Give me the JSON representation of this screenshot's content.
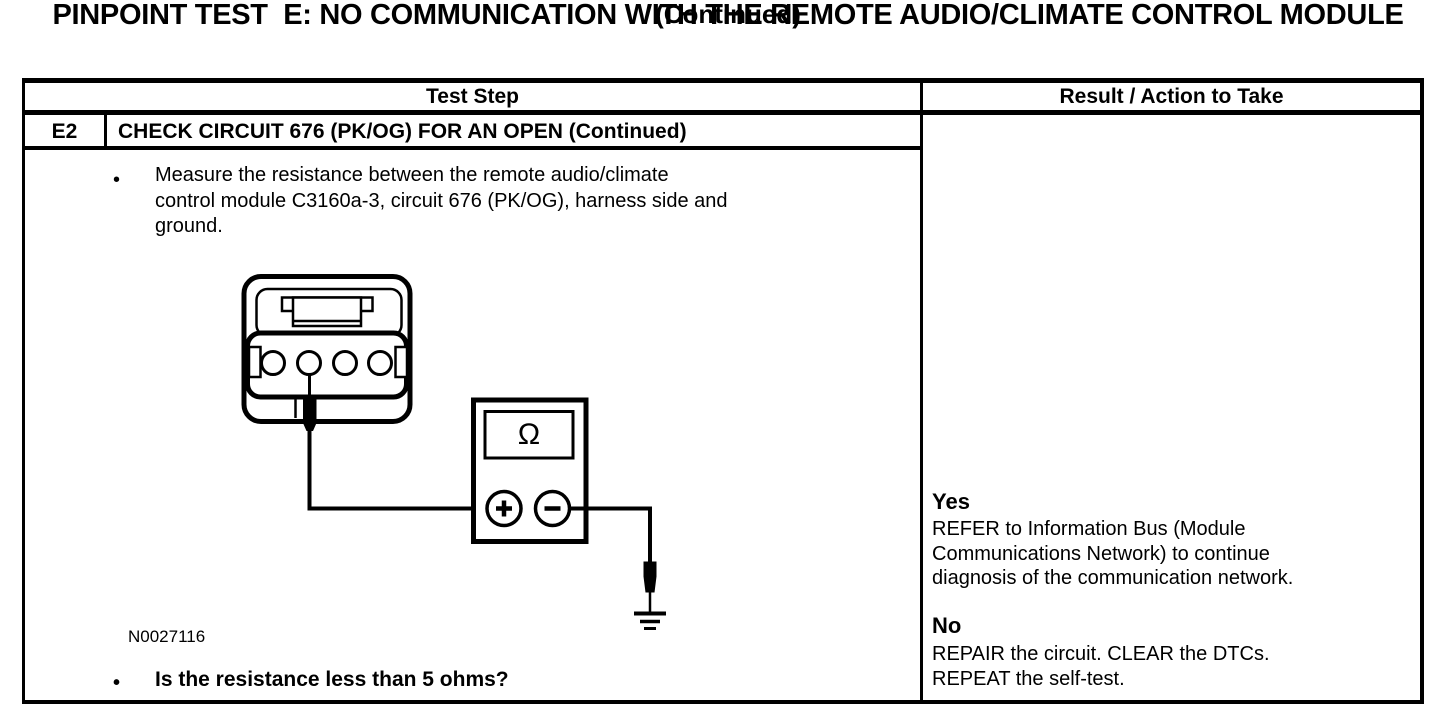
{
  "page": {
    "title_line1": "PINPOINT TEST  E: NO COMMUNICATION WITH THE REMOTE AUDIO/CLIMATE CONTROL MODULE",
    "title_line2": "(Continued)"
  },
  "table": {
    "header": {
      "test_step": "Test Step",
      "result": "Result / Action to Take"
    },
    "step_row": {
      "id": "E2",
      "title": "CHECK CIRCUIT 676 (PK/OG) FOR AN OPEN (Continued)"
    },
    "test_step_cell": {
      "bullet_char": "•",
      "instruction_lines": [
        "Measure the resistance between the remote audio/climate",
        "control module C3160a-3, circuit 676 (PK/OG), harness side and",
        "ground."
      ],
      "figure_label": "N0027116",
      "question": "Is the resistance less than 5 ohms?"
    },
    "result_cell": {
      "yes_label": "Yes",
      "yes_lines": [
        "REFER to Information Bus (Module",
        "Communications Network) to continue",
        "diagnosis of the communication network."
      ],
      "no_label": "No",
      "no_lines": [
        "REPAIR the circuit. CLEAR the DTCs.",
        "REPEAT the self-test."
      ]
    }
  },
  "diagram": {
    "meter_display_symbol": "Ω"
  },
  "colors": {
    "ink": "#000000",
    "paper": "#ffffff"
  }
}
